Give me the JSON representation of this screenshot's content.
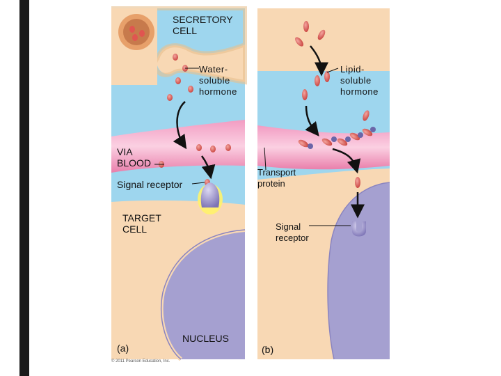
{
  "labels": {
    "secretory_cell": "SECRETORY\nCELL",
    "water_soluble": "Water-\nsoluble\nhormone",
    "lipid_soluble": "Lipid-\nsoluble\nhormone",
    "via_blood": "VIA\nBLOOD",
    "signal_receptor_a": "Signal receptor",
    "transport_protein": "Transport\nprotein",
    "target_cell": "TARGET\nCELL",
    "signal_receptor_b": "Signal\nreceptor",
    "nucleus": "NUCLEUS",
    "panel_a": "(a)",
    "panel_b": "(b)",
    "copyright": "© 2011 Pearson Education, Inc."
  },
  "colors": {
    "cell": "#f8d8b4",
    "fluid": "#9ed6ee",
    "blood": "#ee8ab4",
    "blood_light": "#f7b9d2",
    "nucleus": "#a5a0d0",
    "hormone": "#d9534f",
    "receptor": "#9a92c8",
    "glow": "#fff36a",
    "arrow": "#111111"
  }
}
